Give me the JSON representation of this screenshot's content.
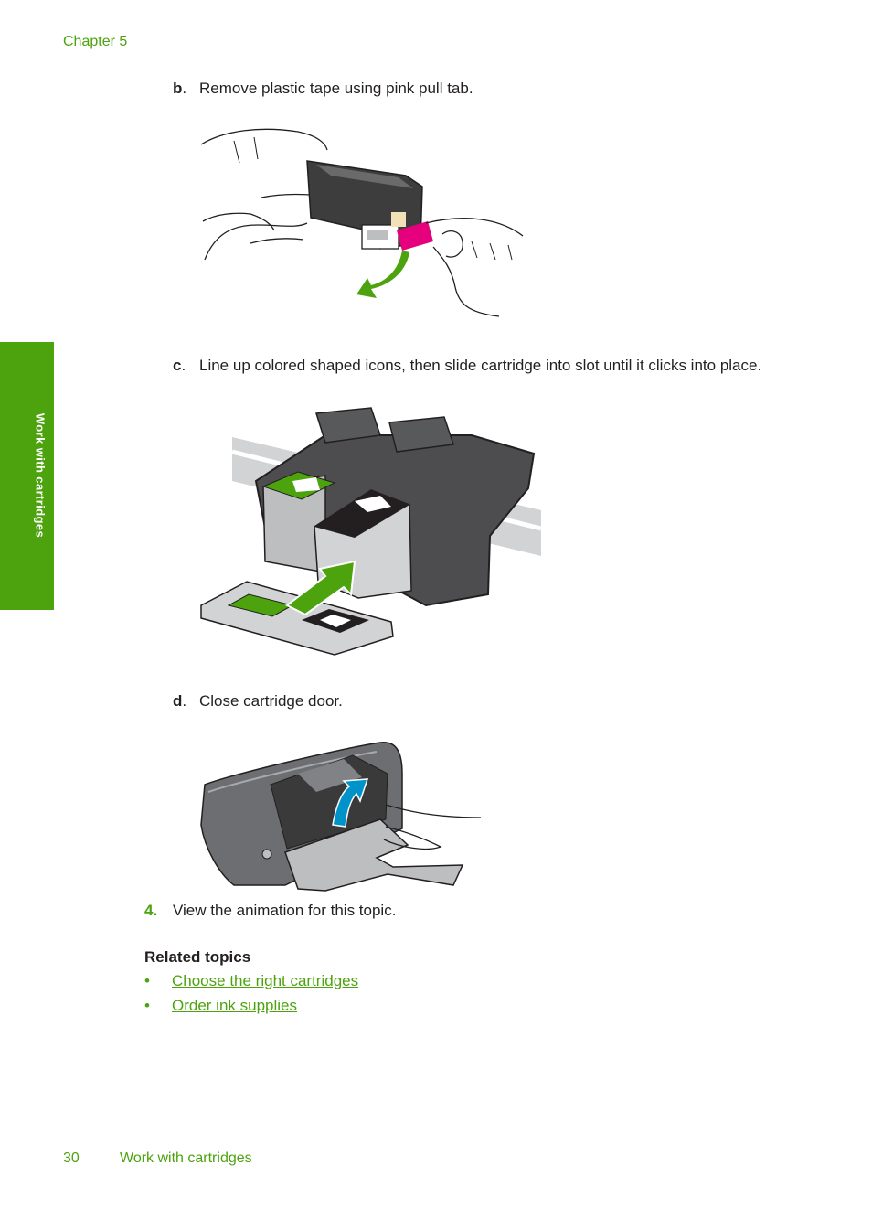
{
  "header": {
    "chapter": "Chapter 5"
  },
  "side_tab": {
    "label": "Work with cartridges"
  },
  "steps": [
    {
      "letter": "b",
      "text": "Remove plastic tape using pink pull tab."
    },
    {
      "letter": "c",
      "text": "Line up colored shaped icons, then slide cartridge into slot until it clicks into place."
    },
    {
      "letter": "d",
      "text": "Close cartridge door."
    }
  ],
  "numbered_step": {
    "number": "4.",
    "text": "View the animation for this topic."
  },
  "related": {
    "heading": "Related topics",
    "bullet": "•",
    "links": [
      {
        "label": "Choose the right cartridges"
      },
      {
        "label": "Order ink supplies"
      }
    ]
  },
  "footer": {
    "page_number": "30",
    "section_title": "Work with cartridges"
  },
  "colors": {
    "accent_green": "#4ca30d",
    "tape_pink": "#e6007e",
    "arrow_blue": "#0093c9",
    "text": "#231f20"
  },
  "figures": [
    {
      "name": "remove-tape-illustration"
    },
    {
      "name": "insert-cartridge-illustration"
    },
    {
      "name": "close-door-illustration"
    }
  ]
}
